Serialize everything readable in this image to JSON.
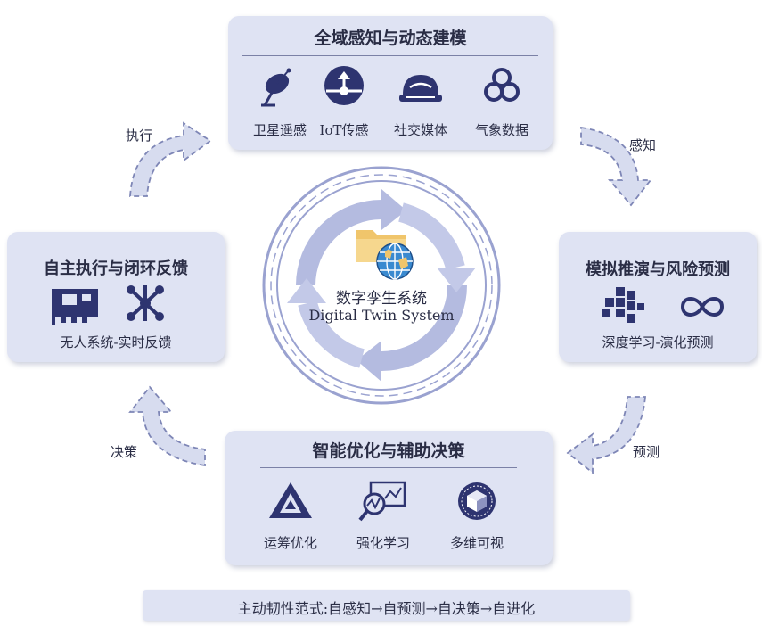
{
  "top": {
    "title": "全域感知与动态建模",
    "items": [
      {
        "label": "卫星遥感",
        "icon": "satellite-dish-icon"
      },
      {
        "label": "IoT传感",
        "icon": "iot-node-icon"
      },
      {
        "label": "社交媒体",
        "icon": "social-media-icon"
      },
      {
        "label": "气象数据",
        "icon": "weather-data-icon"
      }
    ]
  },
  "right": {
    "title": "模拟推演与风险预测",
    "caption": "深度学习-演化预测",
    "icons": [
      "puzzle-icon",
      "infinity-icon"
    ]
  },
  "bottom": {
    "title": "智能优化与辅助决策",
    "items": [
      {
        "label": "运筹优化",
        "icon": "triangle-network-icon"
      },
      {
        "label": "强化学习",
        "icon": "magnifier-chart-icon"
      },
      {
        "label": "多维可视",
        "icon": "cube-badge-icon"
      }
    ]
  },
  "left": {
    "title": "自主执行与闭环反馈",
    "caption": "无人系统-实时反馈",
    "icons": [
      "circuit-board-icon",
      "drone-icon"
    ]
  },
  "center": {
    "title_cn": "数字孪生系统",
    "title_en": "Digital Twin System",
    "icons": [
      "folder-icon",
      "globe-icon"
    ]
  },
  "arrows": {
    "top_right": "感知",
    "bottom_right": "预测",
    "bottom_left": "决策",
    "top_left": "执行"
  },
  "footer": "主动韧性范式:自感知→自预测→自决策→自进化",
  "colors": {
    "panel": "#dfe3f3",
    "navy": "#2e3470",
    "arrow_fill": "#d7dcef",
    "ring": "#b4bbe0"
  }
}
